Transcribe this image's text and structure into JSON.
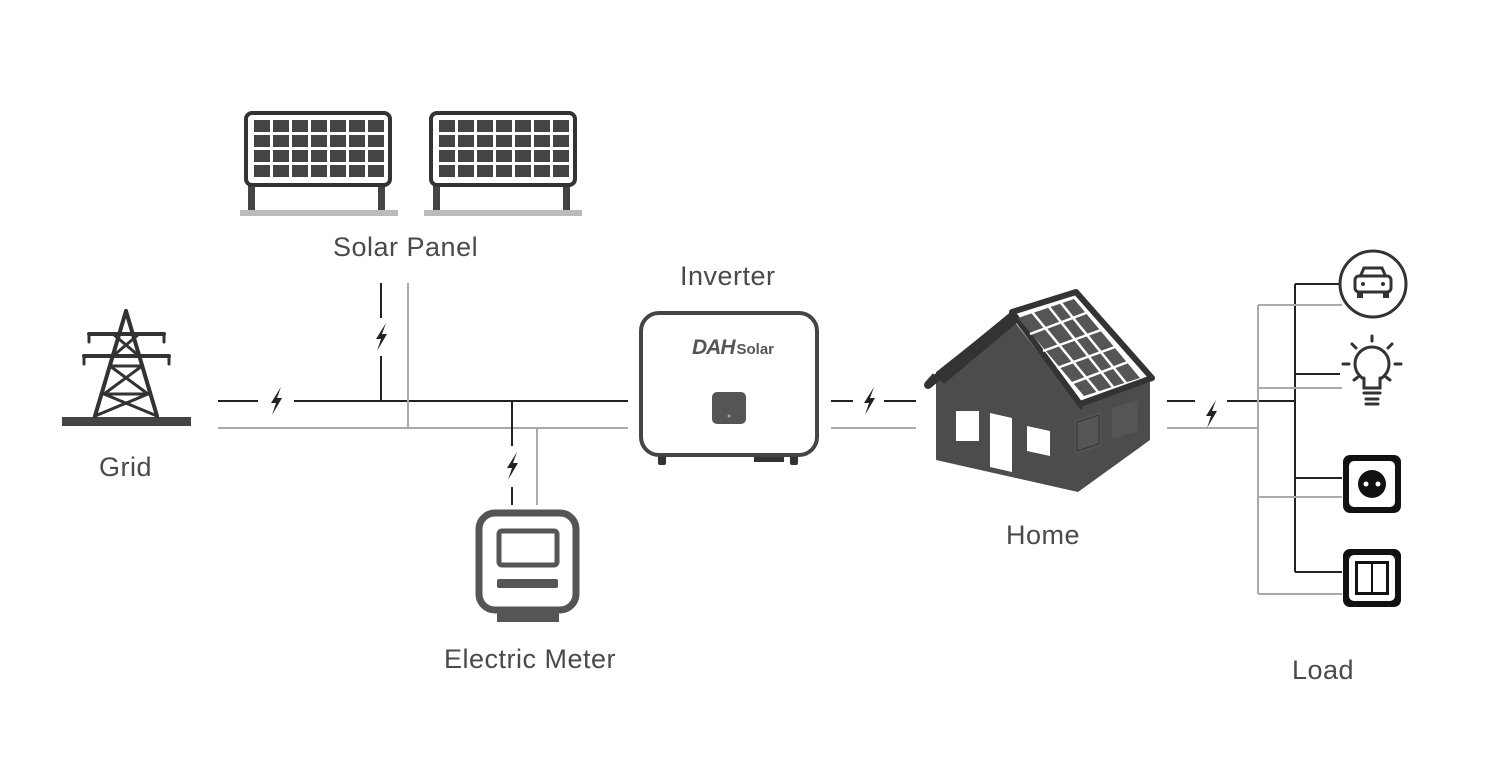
{
  "labels": {
    "solar_panel": "Solar Panel",
    "inverter": "Inverter",
    "grid": "Grid",
    "electric_meter": "Electric Meter",
    "home": "Home",
    "load": "Load"
  },
  "inverter_brand": {
    "mark": "DAH",
    "name": "Solar"
  },
  "colors": {
    "line_dark": "#222222",
    "line_light": "#aaaaaa",
    "icon_dark": "#333333",
    "icon_mid": "#555555",
    "label_text": "#4a4a4a"
  },
  "icons": [
    "solar-panel-icon",
    "transmission-tower-icon",
    "inverter-icon",
    "electric-meter-icon",
    "house-icon",
    "car-icon",
    "light-bulb-icon",
    "power-outlet-icon",
    "light-switch-icon",
    "lightning-bolt-icon"
  ]
}
